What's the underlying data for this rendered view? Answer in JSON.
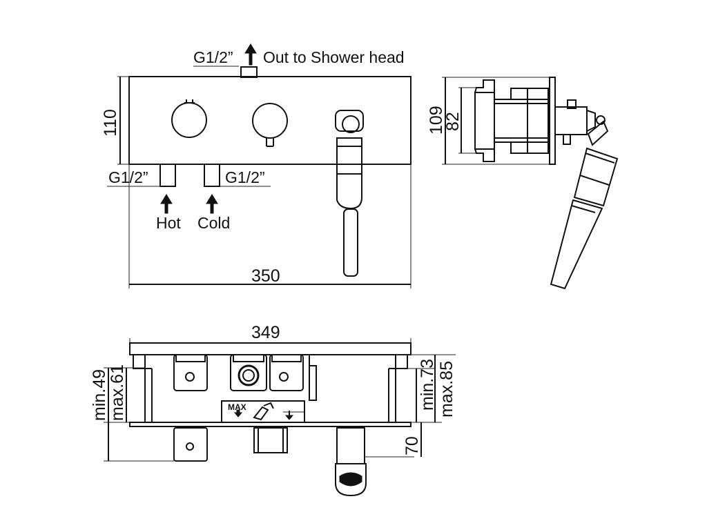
{
  "labels": {
    "outlet_thread": "G1/2”",
    "outlet_text": "Out to Shower head",
    "hot_thread": "G1/2”",
    "cold_thread": "G1/2”",
    "hot": "Hot",
    "cold": "Cold",
    "max_mark": "MAX"
  },
  "dimensions": {
    "front_height": "110",
    "front_width": "350",
    "side_total": "109",
    "side_inner": "82",
    "top_width": "349",
    "min_left": "min.49",
    "max_left": "max.61",
    "min_right": "min.73",
    "max_right": "max.85",
    "projection": "70"
  }
}
